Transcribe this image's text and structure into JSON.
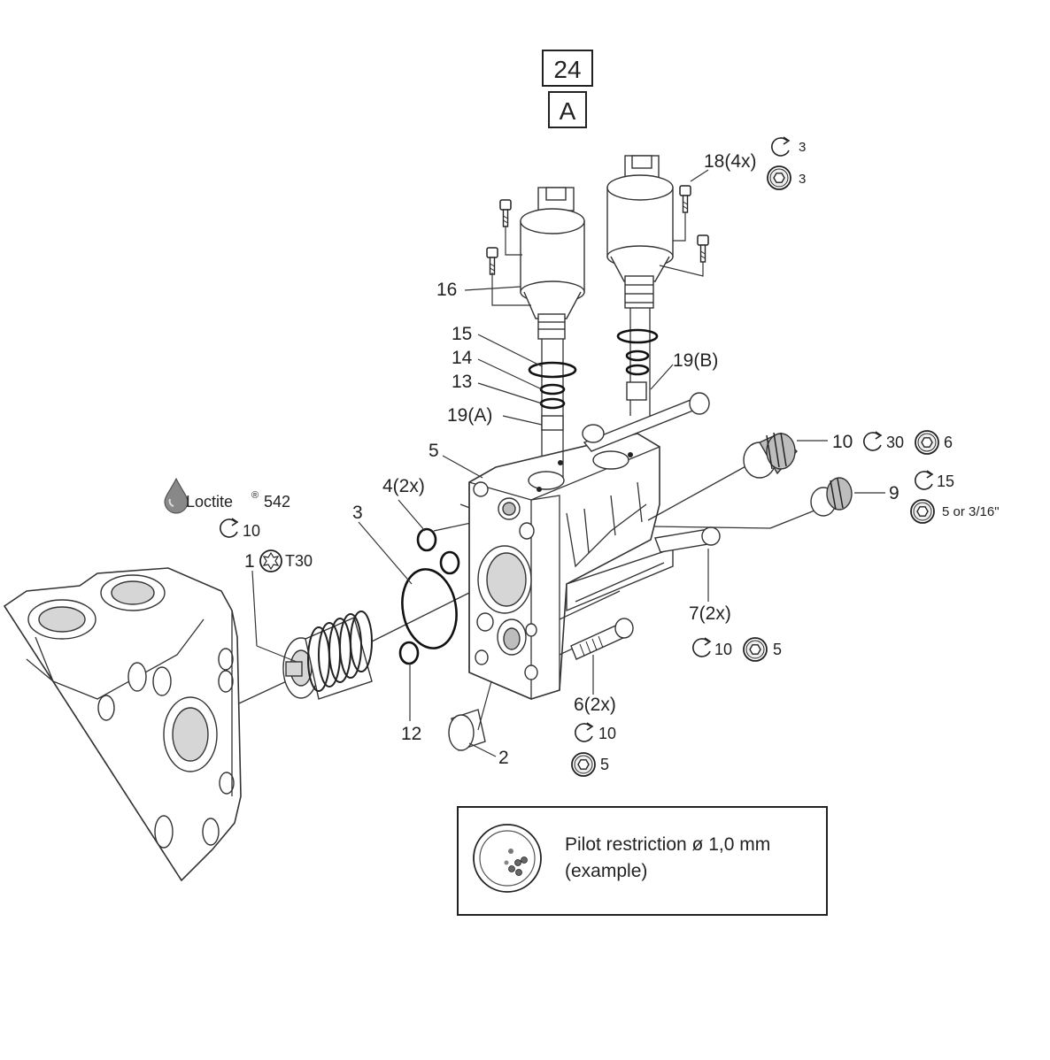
{
  "header": {
    "sheet_number": "24",
    "view_letter": "A"
  },
  "callouts": {
    "c1": "1",
    "c1_tool": "T30",
    "c2": "2",
    "c3": "3",
    "c4": "4(2x)",
    "c5": "5",
    "c6": "6(2x)",
    "c6_torque": "10",
    "c6_hex": "5",
    "c7": "7(2x)",
    "c7_torque": "10",
    "c7_hex": "5",
    "c9": "9",
    "c9_torque": "15",
    "c9_hex": "5 or 3/16\"",
    "c10": "10",
    "c10_torque": "30",
    "c10_hex": "6",
    "c12": "12",
    "c13": "13",
    "c14": "14",
    "c15": "15",
    "c16": "16",
    "c18": "18(4x)",
    "c18_torque": "3",
    "c18_hex": "3",
    "c19a": "19(A)",
    "c19b": "19(B)"
  },
  "loctite": {
    "brand": "Loctite",
    "reg": "®",
    "grade": "542",
    "torque": "10"
  },
  "note": {
    "line1": "Pilot restriction ø 1,0 mm",
    "line2": "(example)"
  },
  "icons": [
    "oil-drop-icon",
    "torque-arrow-icon",
    "hex-socket-icon",
    "torx-icon"
  ]
}
